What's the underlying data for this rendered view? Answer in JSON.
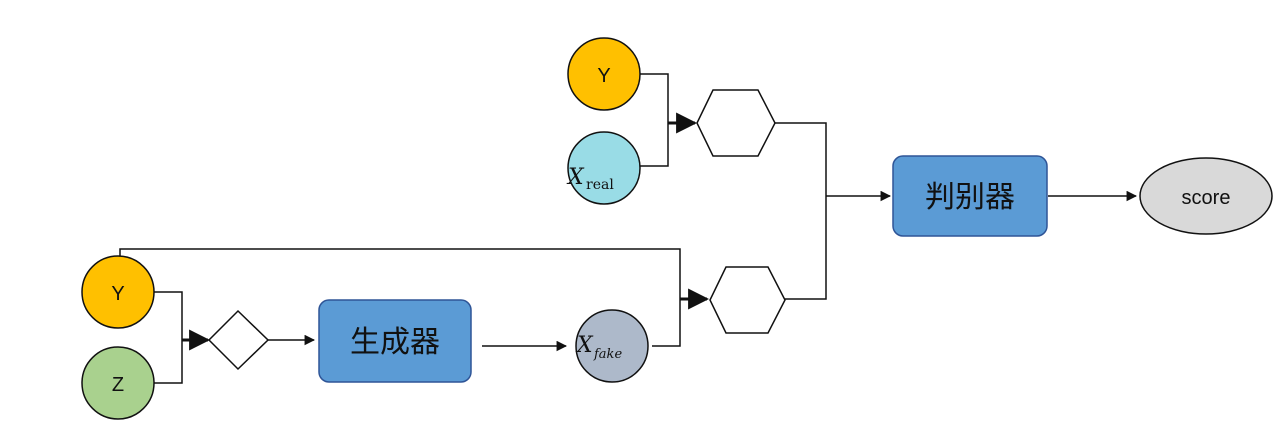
{
  "nodes": {
    "y_top": {
      "label": "Y",
      "fill": "#FFC000"
    },
    "x_real": {
      "var": "X",
      "subscript": "real",
      "fill": "#99DCE6"
    },
    "y_bottom": {
      "label": "Y",
      "fill": "#FFC000"
    },
    "z": {
      "label": "Z",
      "fill": "#A9D18E"
    },
    "generator": {
      "label": "生成器",
      "fill": "#5B9BD5"
    },
    "x_fake": {
      "var": "X",
      "subscript": "fake",
      "fill": "#ADB9CA"
    },
    "discriminator": {
      "label": "判别器",
      "fill": "#5B9BD5"
    },
    "score": {
      "label": "score",
      "fill": "#D9D9D9"
    }
  },
  "colors": {
    "line": "#111111",
    "shape_stroke": "#111111",
    "box_stroke": "#2F5597"
  }
}
